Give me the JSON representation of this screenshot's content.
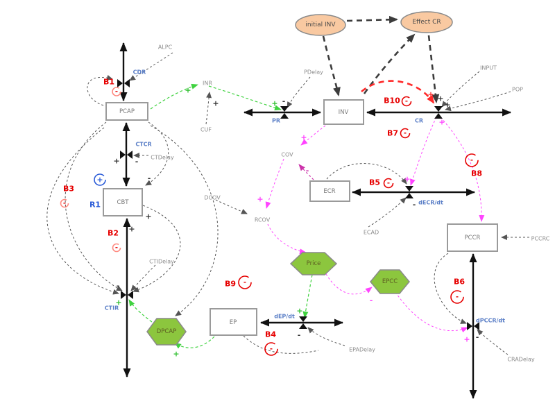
{
  "signs": {
    "plus": "+",
    "minus": "-"
  },
  "labels": {
    "stocks": {
      "pcap": "PCAP",
      "cbt": "CBT",
      "inv": "INV",
      "ecr": "ECR",
      "pccr": "PCCR",
      "ep": "EP"
    },
    "sources": {
      "initial_inv": "initial INV",
      "effect_cr": "Effect CR"
    },
    "policies": {
      "dpcap": "DPCAP",
      "price": "Price",
      "epcc": "EPCC"
    },
    "flows": {
      "cdr": "CDR",
      "ctcr": "CTCR",
      "ctir": "CTIR",
      "pr": "PR",
      "cr": "CR",
      "decr": "dECR/dt",
      "dep": "dEP/dt",
      "dpccr": "dPCCR/dt"
    },
    "converters": {
      "alpc": "ALPC",
      "inr": "INR",
      "cuf": "CUF",
      "pdelay": "PDelay",
      "input": "INPUT",
      "pop": "POP",
      "ctdelay": "CTDelay",
      "ctidelay": "CTIDelay",
      "cov": "COV",
      "dcov": "DCOV",
      "rcov": "RCOV",
      "ecad": "ECAD",
      "epadelay": "EPADelay",
      "cradelay": "CRADelay",
      "pccrc": "PCCRC"
    },
    "loops": {
      "b1": "B1",
      "b2": "B2",
      "b3": "B3",
      "b4": "B4",
      "b5": "B5",
      "b6": "B6",
      "b7": "B7",
      "b8": "B8",
      "b9": "B9",
      "b10": "B10",
      "r1": "R1"
    }
  },
  "colors": {
    "aux_fill": "#f9c9a1",
    "policy_fill": "#8cc63e",
    "flow_label_blue": "#5b7fc7",
    "converter_gray": "#8c8c8c",
    "loop_red": "#e60000",
    "loop_blue": "#2a5bd7",
    "link_green": "#3fd23f",
    "link_magenta": "#ff44ff",
    "link_red": "#ff2a2a",
    "link_dark": "#3c3c3c"
  }
}
